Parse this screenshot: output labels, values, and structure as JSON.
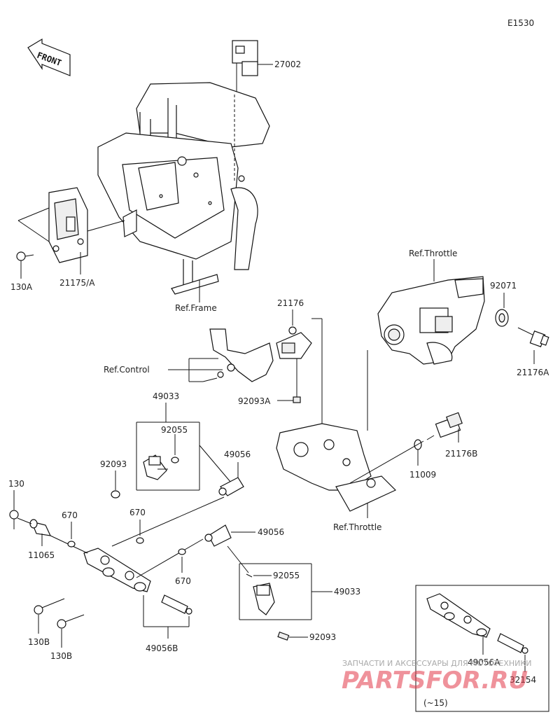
{
  "diagram_code": "E1530",
  "front_label": "FRONT",
  "labels": {
    "p27002": "27002",
    "p130A": "130A",
    "p21175A": "21175/A",
    "refFrame": "Ref.Frame",
    "refThrottle1": "Ref.Throttle",
    "p92071": "92071",
    "p21176": "21176",
    "p21176A": "21176A",
    "refControl": "Ref.Control",
    "p92093A": "92093A",
    "p49033a": "49033",
    "p92055a": "92055",
    "p92093a": "92093",
    "p49056a": "49056",
    "p21176B": "21176B",
    "p11009": "11009",
    "p130": "130",
    "p670a": "670",
    "p670b": "670",
    "p11065": "11065",
    "p670c": "670",
    "refThrottle2": "Ref.Throttle",
    "p49056b": "49056",
    "p92055b": "92055",
    "p49033b": "49033",
    "p130Ba": "130B",
    "p130Bb": "130B",
    "p49056B": "49056B",
    "p92093b": "92093",
    "p49056A": "49056A",
    "p32154": "32154",
    "inset_note": "(~15)"
  },
  "watermark": {
    "line1": "ЗАПЧАСТИ И АКСЕССУАРЫ ДЛЯ МОТОТЕХНИКИ",
    "line2": "PARTSFOR.RU"
  }
}
